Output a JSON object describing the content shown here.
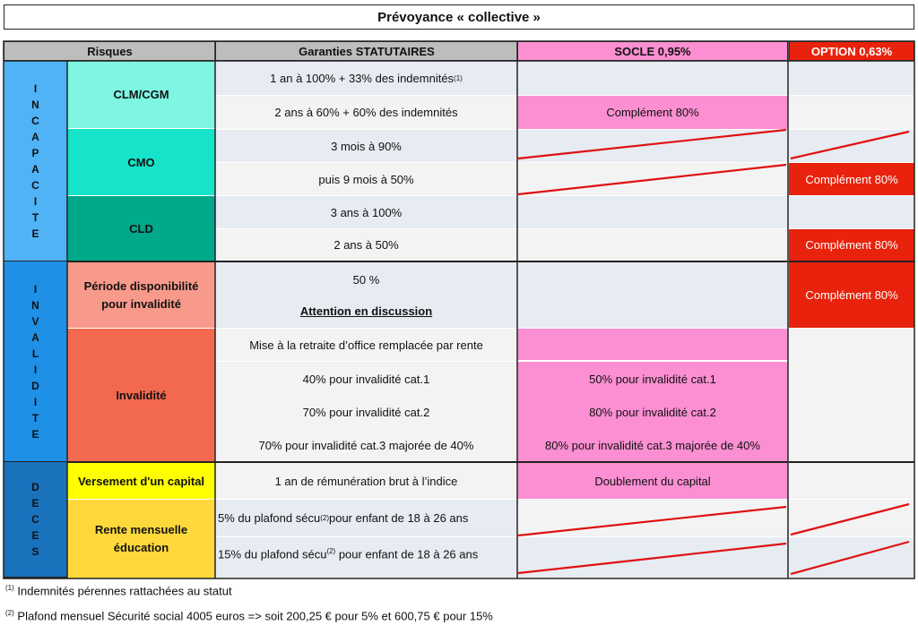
{
  "title": "Prévoyance « collective »",
  "headers": {
    "risques": "Risques",
    "garanties": "Garanties STATUTAIRES",
    "socle": "SOCLE 0,95%",
    "option": "OPTION 0,63%"
  },
  "groups": {
    "incapacite": [
      "I",
      "N",
      "C",
      "A",
      "P",
      "A",
      "C",
      "I",
      "T",
      "E"
    ],
    "invalidite": [
      "I",
      "N",
      "V",
      "A",
      "L",
      "I",
      "D",
      "I",
      "T",
      "E"
    ],
    "deces": [
      "D",
      "E",
      "C",
      "E",
      "S"
    ]
  },
  "risks": {
    "clm": "CLM/CGM",
    "cmo": "CMO",
    "cld": "CLD",
    "periode": "Période disponibilité pour invalidité",
    "invalidite": "Invalidité",
    "versement": "Versement d'un capital",
    "rente": "Rente mensuelle éducation"
  },
  "garanties": {
    "clm1": "1 an à 100% + 33% des indemnités",
    "clm1_sup": "(1)",
    "clm2": "2 ans à 60% + 60% des indemnités",
    "cmo1": "3 mois à 90%",
    "cmo2": "puis 9 mois à 50%",
    "cld1": "3 ans à 100%",
    "cld2": "2 ans à 50%",
    "per1": "50 %",
    "per2": "Attention en discussion",
    "inv1": "Mise à la retraite d’office remplacée par rente",
    "inv2": "40% pour invalidité cat.1",
    "inv3": "70% pour invalidité cat.2",
    "inv4": "70% pour invalidité cat.3 majorée de 40%",
    "dec1": "1 an de rémunération brut à l’indice",
    "dec2a": "5% du plafond sécu",
    "dec2b": " pour enfant de 18 à 26 ans",
    "dec3a": "15% du plafond sécu",
    "dec3b": " pour enfant de 18 à 26 ans",
    "sup2": "(2)"
  },
  "socle": {
    "clm2": "Complément 80%",
    "inv2": "50% pour invalidité cat.1",
    "inv3": "80% pour invalidité cat.2",
    "inv4": "80% pour invalidité cat.3 majorée de 40%",
    "dec1": "Doublement du capital"
  },
  "option": {
    "cmo2": "Complément 80%",
    "cld2": "Complément 80%",
    "per": "Complément 80%"
  },
  "footnotes": [
    {
      "mark": "(1)",
      "text": " Indemnités pérennes rattachées au statut"
    },
    {
      "mark": "(2)",
      "text": " Plafond mensuel Sécurité social 4005 euros => soit 200,25 € pour 5% et 600,75 € pour 15%"
    }
  ],
  "colors": {
    "incapacite": "#4fb3f6",
    "invalidite": "#1e90e6",
    "deces": "#1a72bd",
    "socle": "#fb8fd2",
    "option": "#e8220c",
    "strike": "#e01010"
  }
}
